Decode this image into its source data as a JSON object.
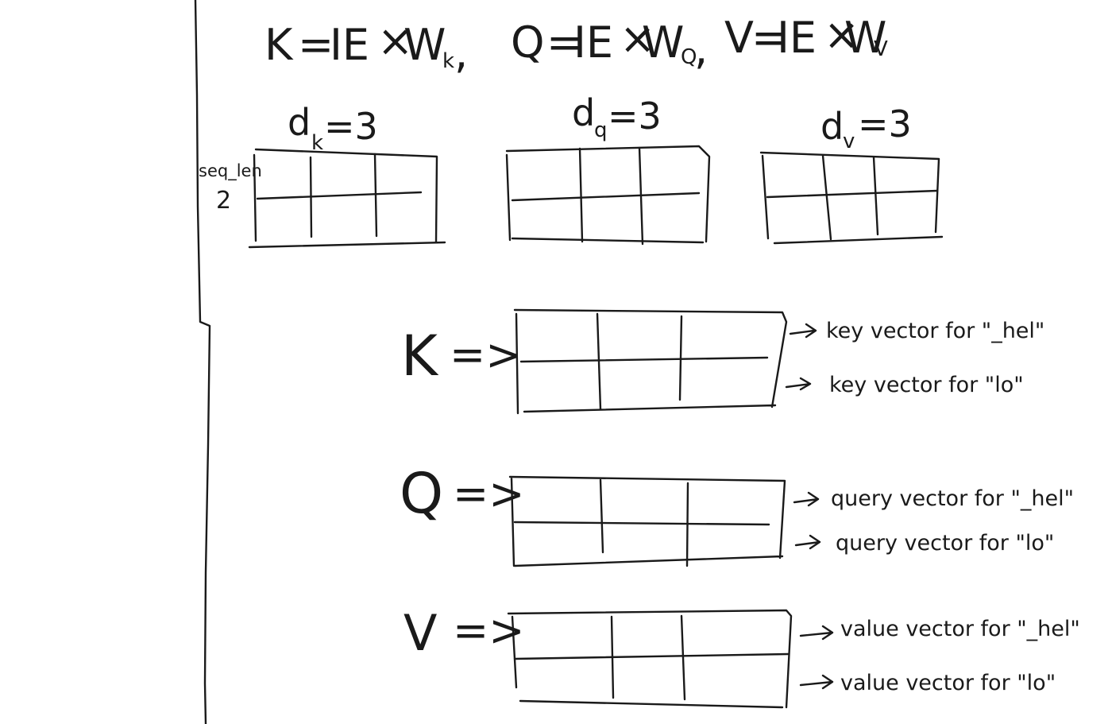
{
  "equation": {
    "k": {
      "lhs": "K",
      "eq": "=",
      "ie": "IE",
      "times": "×",
      "w": "W",
      "sub": "k",
      "sep": ","
    },
    "q": {
      "lhs": "Q",
      "eq": "=",
      "ie": "IE",
      "times": "×",
      "w": "W",
      "sub": "Q",
      "sep": ","
    },
    "v": {
      "lhs": "V",
      "eq": "=",
      "ie": "IE",
      "times": "×",
      "w": "W",
      "sub": "V"
    }
  },
  "dims": {
    "k": {
      "d": "d",
      "sub": "k",
      "val": "=3"
    },
    "q": {
      "d": "d",
      "sub": "q",
      "val": "=3"
    },
    "v": {
      "d": "d",
      "sub": "v",
      "val": "=3"
    }
  },
  "seq_label": {
    "text": "seq_len",
    "value": "2"
  },
  "rows": [
    {
      "symbol": "K",
      "arrow": "=>",
      "labels": [
        "key vector for \"_hel\"",
        "key vector for \"lo\""
      ]
    },
    {
      "symbol": "Q",
      "arrow": "=>",
      "labels": [
        "query vector for \"_hel\"",
        "query vector for \"lo\""
      ]
    },
    {
      "symbol": "V",
      "arrow": "=>",
      "labels": [
        "value vector for \"_hel\"",
        "value vector for \"lo\""
      ]
    }
  ],
  "colors": {
    "ink": "#1a1a1a",
    "background": "#ffffff"
  }
}
